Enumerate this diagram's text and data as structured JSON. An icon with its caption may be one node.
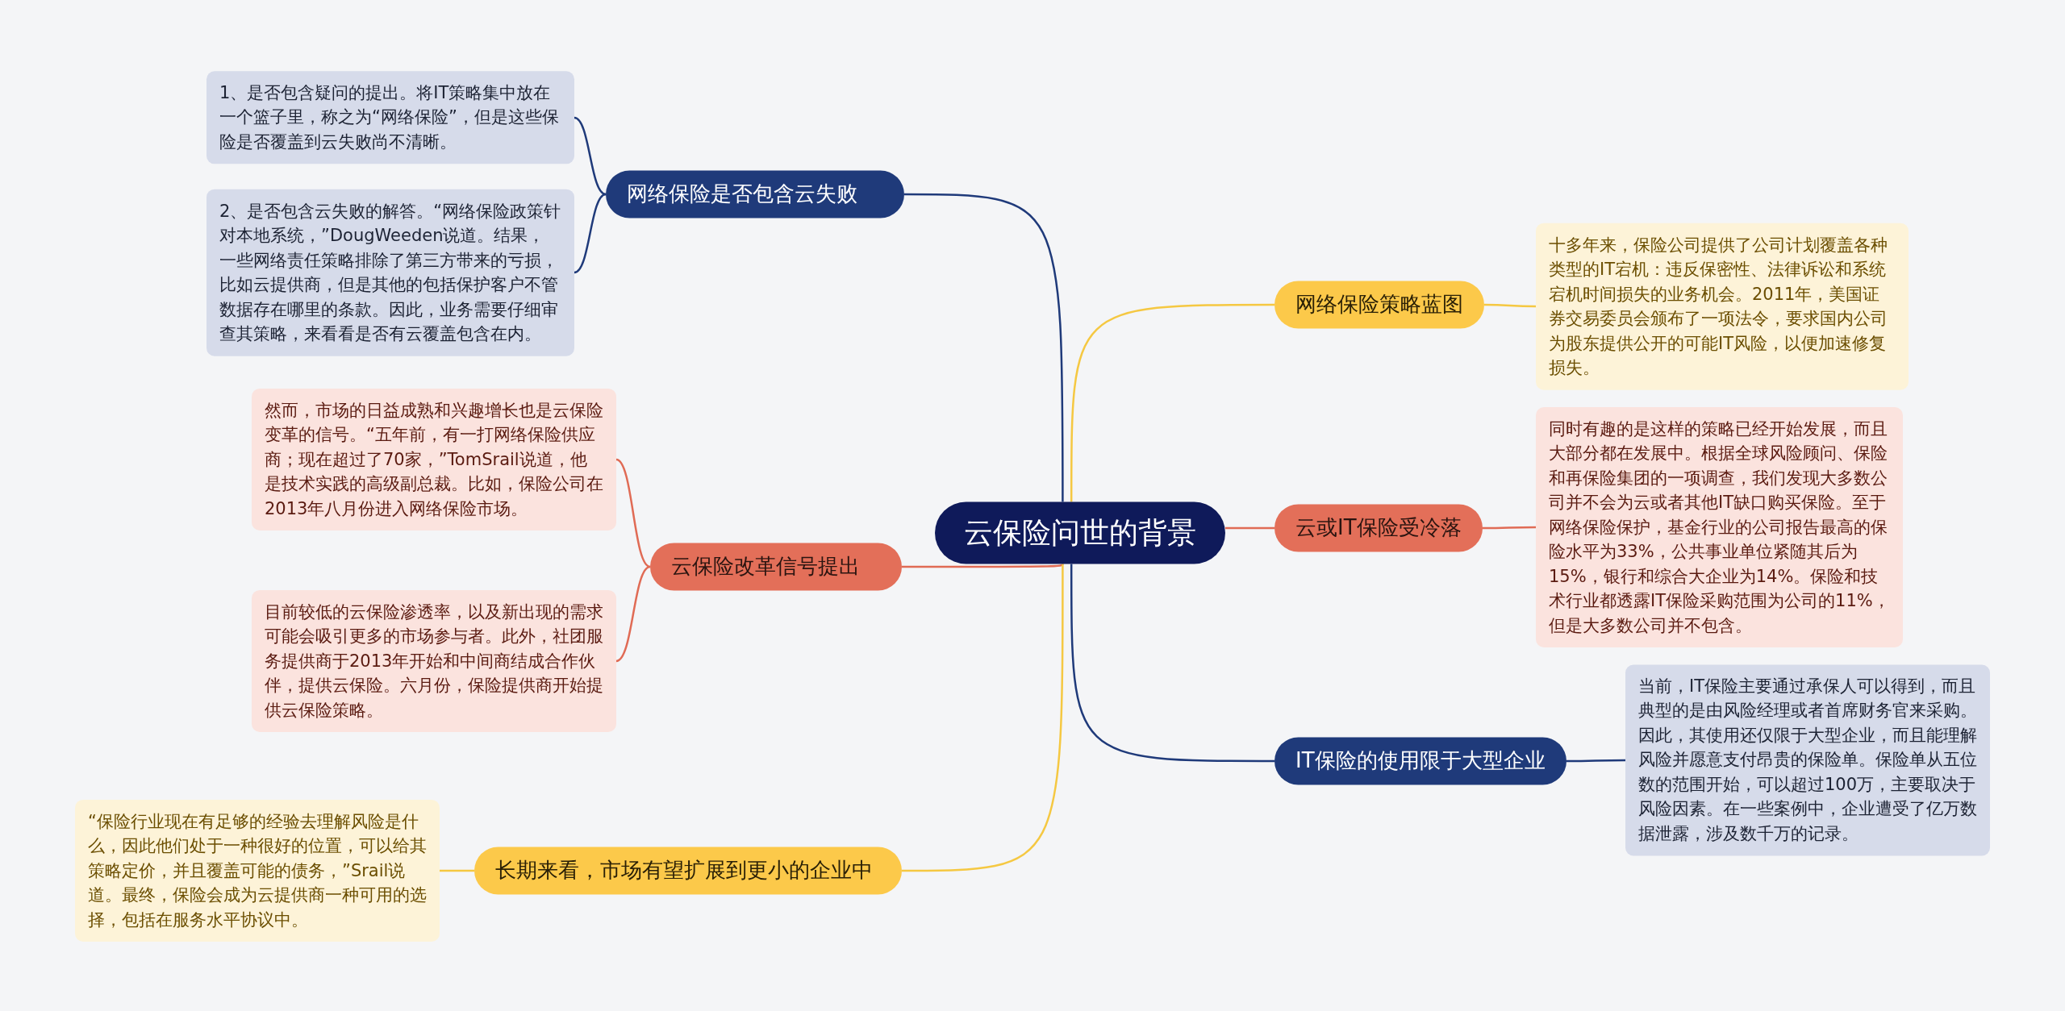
{
  "diagram": {
    "nodes": [
      {
        "text": [
          "云保险问世的背景"
        ]
      },
      {
        "text": [
          "网络保险是否包含云失败"
        ]
      },
      {
        "text": [
          "1、是否包含疑问的提出。将IT策略集中放在一个篮子里，称之为“网络保险”，但是这些保险是否覆盖到云失败尚不清晰。"
        ]
      },
      {
        "text": [
          "2、是否包含云失败的解答。“网络保险政策针对本地系统，”DougWeeden说道。结果，一些网络责任策略排除了第三方带来的亏损，比如云提供商，但是其他的包括保护客户不管数据存在哪里的条款。因此，业务需要仔细审查其策略，来看看是否有云覆盖包含在内。"
        ]
      },
      {
        "text": [
          "云保险改革信号提出"
        ]
      },
      {
        "text": [
          "然而，市场的日益成熟和兴趣增长也是云保险变革的信号。“五年前，有一打网络保险供应商；现在超过了70家，”TomSrail说道，他是技术实践的高级副总裁。比如，保险公司在2013年八月份进入网络保险市场。"
        ]
      },
      {
        "text": [
          "目前较低的云保险渗透率，以及新出现的需求可能会吸引更多的市场参与者。此外，社团服务提供商于2013年开始和中间商结成合作伙伴，提供云保险。六月份，保险提供商开始提供云保险策略。"
        ]
      },
      {
        "text": [
          "长期来看，市场有望扩展到更小的企业中"
        ]
      },
      {
        "text": [
          "“保险行业现在有足够的经验去理解风险是什么，因此他们处于一种很好的位置，可以给其策略定价，并且覆盖可能的债务，”Srail说道。最终，保险会成为云提供商一种可用的选择，包括在服务水平协议中。"
        ]
      },
      {
        "text": [
          "网络保险策略蓝图"
        ]
      },
      {
        "text": [
          "十多年来，保险公司提供了公司计划覆盖各种类型的IT宕机：违反保密性、法律诉讼和系统宕机时间损失的业务机会。2011年，美国证券交易委员会颁布了一项法令，要求国内公司为股东提供公开的可能IT风险，以便加速修复损失。"
        ]
      },
      {
        "text": [
          "云或IT保险受冷落"
        ]
      },
      {
        "text": [
          "同时有趣的是这样的策略已经开始发展，而且大部分都在发展中。根据全球风险顾问、保险和再保险集团的一项调查，我们发现大多数公司并不会为云或者其他IT缺口购买保险。至于网络保险保护，基金行业的公司报告最高的保险水平为33%，公共事业单位紧随其后为15%，银行和综合大企业为14%。保险和技术行业都透露IT保险采购范围为公司的11%，但是大多数公司并不包含。"
        ]
      },
      {
        "text": [
          "IT保险的使用限于大型企业"
        ]
      },
      {
        "text": [
          "当前，IT保险主要通过承保人可以得到，而且典型的是由风险经理或者首席财务官来采购。因此，其使用还仅限于大型企业，而且能理解风险并愿意支付昂贵的保险单。保险单从五位数的范围开始，可以超过100万，主要取决于风险因素。在一些案例中，企业遭受了亿万数据泄露，涉及数千万的记录。"
        ]
      }
    ],
    "edges": [
      {
        "from": 0,
        "to": 1,
        "arrow": "none",
        "color": "#1f3a7a"
      },
      {
        "from": 1,
        "to": 2,
        "arrow": "none",
        "color": "#1f3a7a"
      },
      {
        "from": 1,
        "to": 3,
        "arrow": "none",
        "color": "#1f3a7a"
      },
      {
        "from": 0,
        "to": 4,
        "arrow": "none",
        "color": "#e06b55"
      },
      {
        "from": 4,
        "to": 5,
        "arrow": "none",
        "color": "#e06b55"
      },
      {
        "from": 4,
        "to": 6,
        "arrow": "none",
        "color": "#e06b55"
      },
      {
        "from": 0,
        "to": 7,
        "arrow": "none",
        "color": "#f5c842"
      },
      {
        "from": 7,
        "to": 8,
        "arrow": "none",
        "color": "#f5c842"
      },
      {
        "from": 0,
        "to": 9,
        "arrow": "none",
        "color": "#f5c842"
      },
      {
        "from": 9,
        "to": 10,
        "arrow": "none",
        "color": "#f5c842"
      },
      {
        "from": 0,
        "to": 11,
        "arrow": "none",
        "color": "#e06b55"
      },
      {
        "from": 11,
        "to": 12,
        "arrow": "none",
        "color": "#e06b55"
      },
      {
        "from": 0,
        "to": 13,
        "arrow": "none",
        "color": "#1f3a7a"
      },
      {
        "from": 13,
        "to": 14,
        "arrow": "none",
        "color": "#1f3a7a"
      }
    ]
  }
}
